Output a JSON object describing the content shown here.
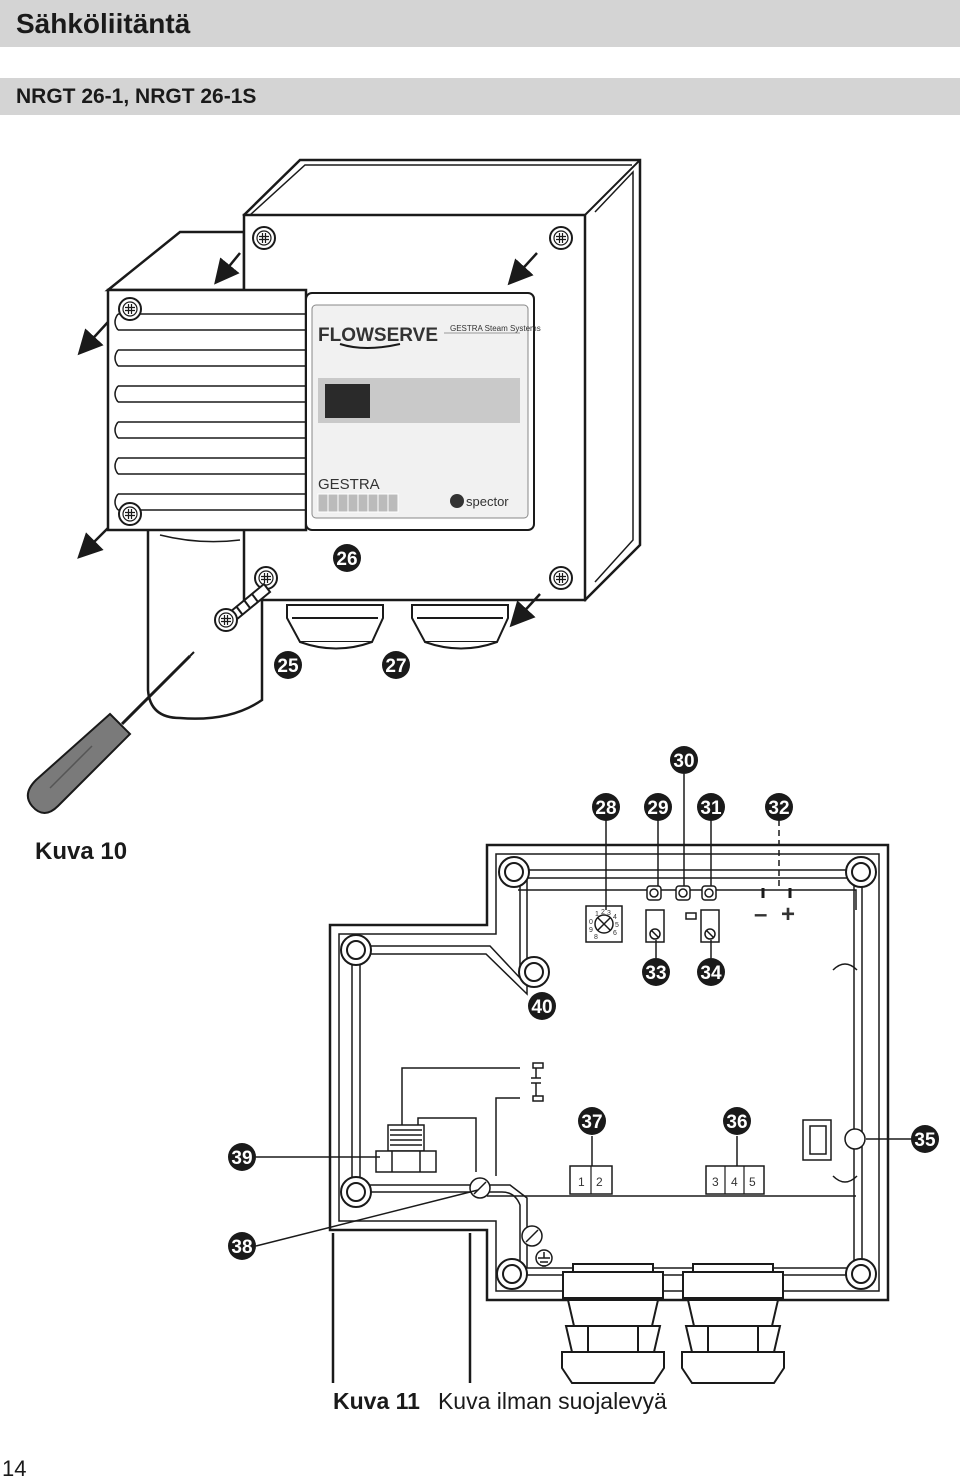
{
  "header": {
    "title": "Sähköliitäntä",
    "subtitle": "NRGT 26-1, NRGT 26-1S"
  },
  "figure10": {
    "caption": "Kuva 10",
    "device": {
      "brand": "FLOWSERVE",
      "tagline": "GESTRA Steam Systems",
      "product_label": "GESTRA",
      "logo_text": "spector"
    },
    "callouts": [
      "26",
      "25",
      "27"
    ]
  },
  "figure11": {
    "caption_number": "Kuva 11",
    "caption_text": "Kuva ilman suojalevyä",
    "callouts": [
      "30",
      "28",
      "29",
      "31",
      "32",
      "33",
      "34",
      "40",
      "37",
      "36",
      "39",
      "35",
      "38"
    ],
    "dial_digits": [
      "0",
      "1",
      "2",
      "3",
      "4",
      "5",
      "6",
      "7",
      "8",
      "9"
    ],
    "terminal_block_left": [
      "1",
      "2"
    ],
    "terminal_block_right": [
      "3",
      "4",
      "5"
    ],
    "polarity_labels": [
      "–",
      "+"
    ]
  },
  "page_number": "14",
  "colors": {
    "band": "#d4d4d4",
    "ink": "#1a1a1a",
    "callout": "#1a1a1a"
  }
}
